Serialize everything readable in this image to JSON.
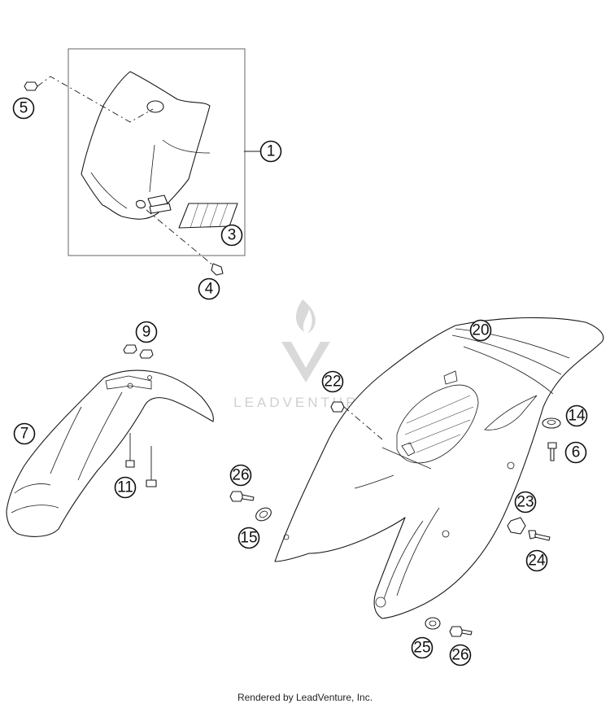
{
  "watermark": {
    "text": "LEADVENTURE"
  },
  "footer": {
    "text": "Rendered by LeadVenture, Inc."
  },
  "callouts": {
    "c1": "1",
    "c3": "3",
    "c4": "4",
    "c5": "5",
    "c6": "6",
    "c7": "7",
    "c9": "9",
    "c11": "11",
    "c14": "14",
    "c15": "15",
    "c20": "20",
    "c22": "22",
    "c23": "23",
    "c24": "24",
    "c25": "25",
    "c26a": "26",
    "c26b": "26"
  }
}
